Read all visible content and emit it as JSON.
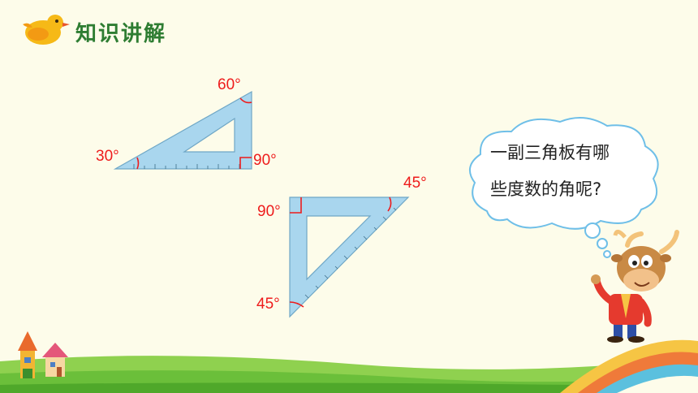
{
  "header": {
    "title": "知识讲解",
    "logo_icon": "duck-icon"
  },
  "triangle_30_60_90": {
    "angle_top": "60°",
    "angle_left": "30°",
    "angle_right": "90°"
  },
  "triangle_45_45_90": {
    "angle_top_right": "45°",
    "angle_left": "90°",
    "angle_bottom": "45°"
  },
  "speech_bubble": {
    "line1": "一副三角板有哪",
    "line2": "些度数的角呢?"
  },
  "colors": {
    "title": "#2e7d32",
    "angle_label": "#ee1c1c",
    "ruler": "#a9d6ee",
    "background": "#fdfcea"
  }
}
